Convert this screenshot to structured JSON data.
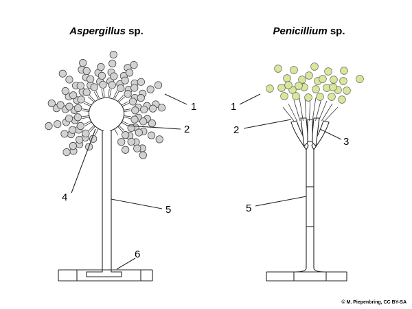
{
  "titles": {
    "left_genus": "Aspergillus",
    "left_suffix": " sp.",
    "right_genus": "Penicillium",
    "right_suffix": " sp."
  },
  "labels": {
    "left": {
      "one": "1",
      "two": "2",
      "four": "4",
      "five": "5",
      "six": "6"
    },
    "right": {
      "one": "1",
      "two": "2",
      "three": "3",
      "five": "5"
    }
  },
  "credit": "© M. Piepenbring, CC BY-SA",
  "colors": {
    "aspergillus_spore": "#d2d2d2",
    "penicillium_spore": "#d8e79a",
    "outline": "#222222",
    "background": "#ffffff"
  }
}
